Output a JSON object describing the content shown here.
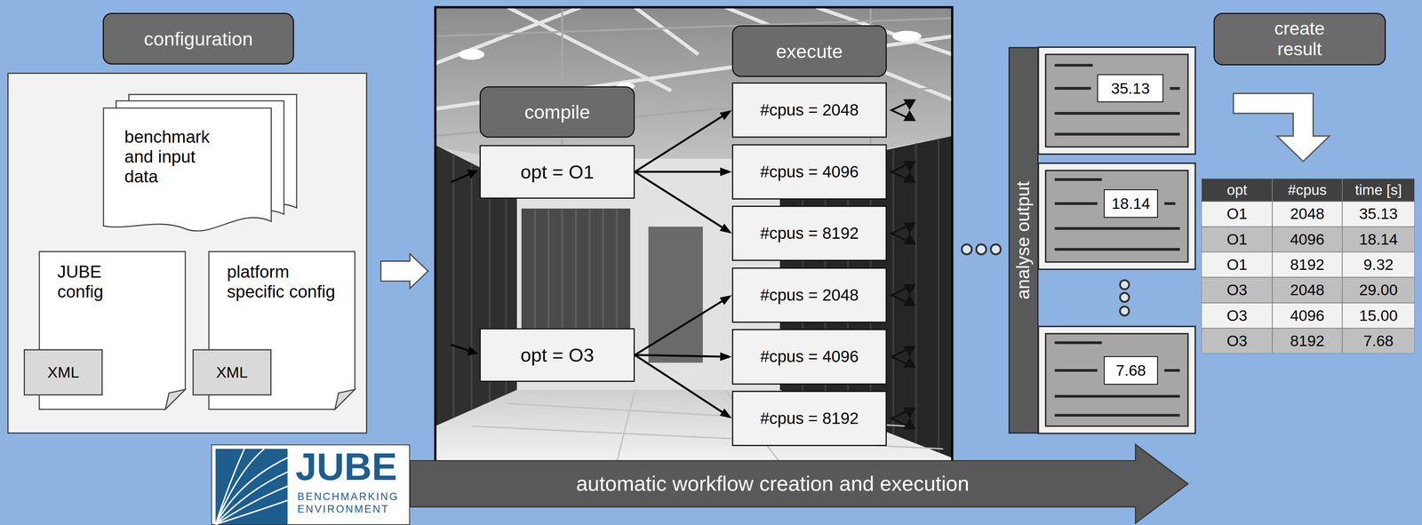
{
  "diagram": {
    "nodes": [
      {
        "text": [
          "configuration"
        ]
      },
      {
        "text": [
          "benchmark and input data"
        ],
        "in": 0
      },
      {
        "text": [
          "JUBE config"
        ],
        "in": 0
      },
      {
        "text": [
          "XML"
        ],
        "in": 2
      },
      {
        "text": [
          "platform specific config"
        ],
        "in": 0
      },
      {
        "text": [
          "XML"
        ],
        "in": 4
      },
      {
        "text": [
          "compile"
        ]
      },
      {
        "text": [
          "opt = O1"
        ]
      },
      {
        "text": [
          "opt = O3"
        ]
      },
      {
        "text": [
          "execute"
        ]
      },
      {
        "text": [
          "#cpus = 2048"
        ]
      },
      {
        "text": [
          "#cpus = 4096"
        ]
      },
      {
        "text": [
          "#cpus = 8192"
        ]
      },
      {
        "text": [
          "#cpus = 2048"
        ]
      },
      {
        "text": [
          "#cpus = 4096"
        ]
      },
      {
        "text": [
          "#cpus = 8192"
        ]
      },
      {
        "text": [
          "analyse output"
        ]
      },
      {
        "text": [
          "35.13"
        ]
      },
      {
        "text": [
          "18.14"
        ]
      },
      {
        "text": [
          "7.68"
        ]
      },
      {
        "text": [
          "create result"
        ]
      },
      {
        "text": [
          "JUBE",
          "BENCHMARKING ENVIRONMENT"
        ]
      },
      {
        "text": [
          "automatic workflow creation and execution"
        ]
      }
    ],
    "edges": [
      {
        "from": 7,
        "to": 10,
        "arrow": "to"
      },
      {
        "from": 7,
        "to": 11,
        "arrow": "to"
      },
      {
        "from": 7,
        "to": 12,
        "arrow": "to"
      },
      {
        "from": 8,
        "to": 13,
        "arrow": "to"
      },
      {
        "from": 8,
        "to": 14,
        "arrow": "to"
      },
      {
        "from": 8,
        "to": 15,
        "arrow": "to"
      }
    ],
    "labels": [
      "opt",
      "#cpus",
      "time [s]",
      "O1",
      "2048",
      "35.13",
      "O1",
      "4096",
      "18.14",
      "O1",
      "8192",
      "9.32",
      "O3",
      "2048",
      "29.00",
      "O3",
      "4096",
      "15.00",
      "O3",
      "8192",
      "7.68"
    ]
  }
}
